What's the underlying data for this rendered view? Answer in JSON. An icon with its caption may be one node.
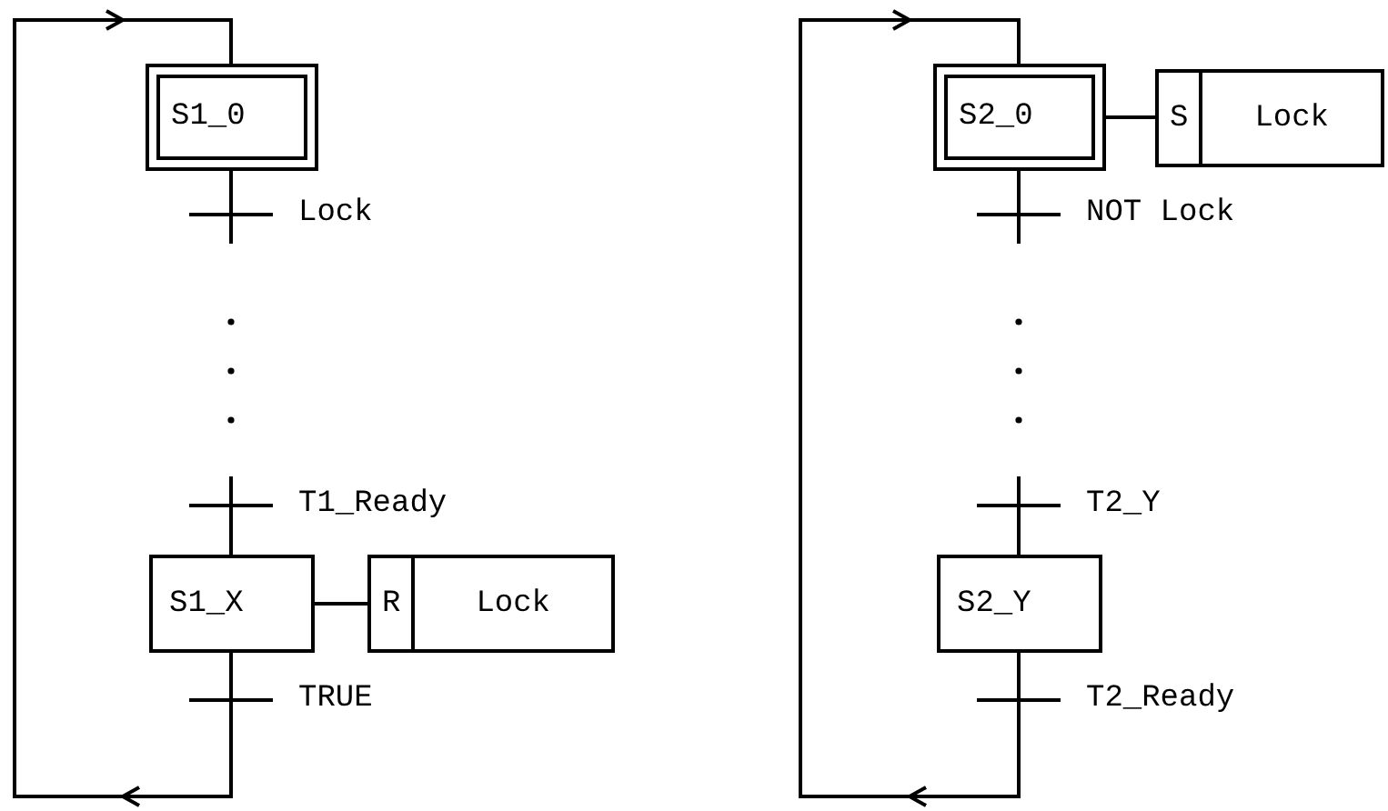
{
  "diagram": {
    "nodes": [
      {
        "text": [
          "S1_0"
        ]
      },
      {
        "text": [
          "Lock"
        ]
      },
      {
        "text": [
          "T1_Ready"
        ]
      },
      {
        "text": [
          "S1_X"
        ]
      },
      {
        "text": [
          "R",
          "Lock"
        ]
      },
      {
        "text": [
          "TRUE"
        ]
      },
      {
        "text": [
          "S2_0"
        ]
      },
      {
        "text": [
          "S",
          "Lock"
        ]
      },
      {
        "text": [
          "NOT Lock"
        ]
      },
      {
        "text": [
          "T2_Y"
        ]
      },
      {
        "text": [
          "S2_Y"
        ]
      },
      {
        "text": [
          "T2_Ready"
        ]
      }
    ],
    "edges": [
      {
        "from": 0,
        "to": 1,
        "arrow": "none"
      },
      {
        "from": 1,
        "to": null,
        "arrow": "none"
      },
      {
        "from": null,
        "to": 2,
        "arrow": "none"
      },
      {
        "from": 2,
        "to": 3,
        "arrow": "none"
      },
      {
        "from": 3,
        "to": 4,
        "arrow": "none"
      },
      {
        "from": 3,
        "to": 5,
        "arrow": "none"
      },
      {
        "from": 5,
        "to": 0,
        "arrow": "to"
      },
      {
        "from": 6,
        "to": 7,
        "arrow": "none"
      },
      {
        "from": 6,
        "to": 8,
        "arrow": "none"
      },
      {
        "from": 8,
        "to": null,
        "arrow": "none"
      },
      {
        "from": null,
        "to": 9,
        "arrow": "none"
      },
      {
        "from": 9,
        "to": 10,
        "arrow": "none"
      },
      {
        "from": 10,
        "to": 11,
        "arrow": "none"
      },
      {
        "from": 11,
        "to": 6,
        "arrow": "to"
      }
    ]
  }
}
